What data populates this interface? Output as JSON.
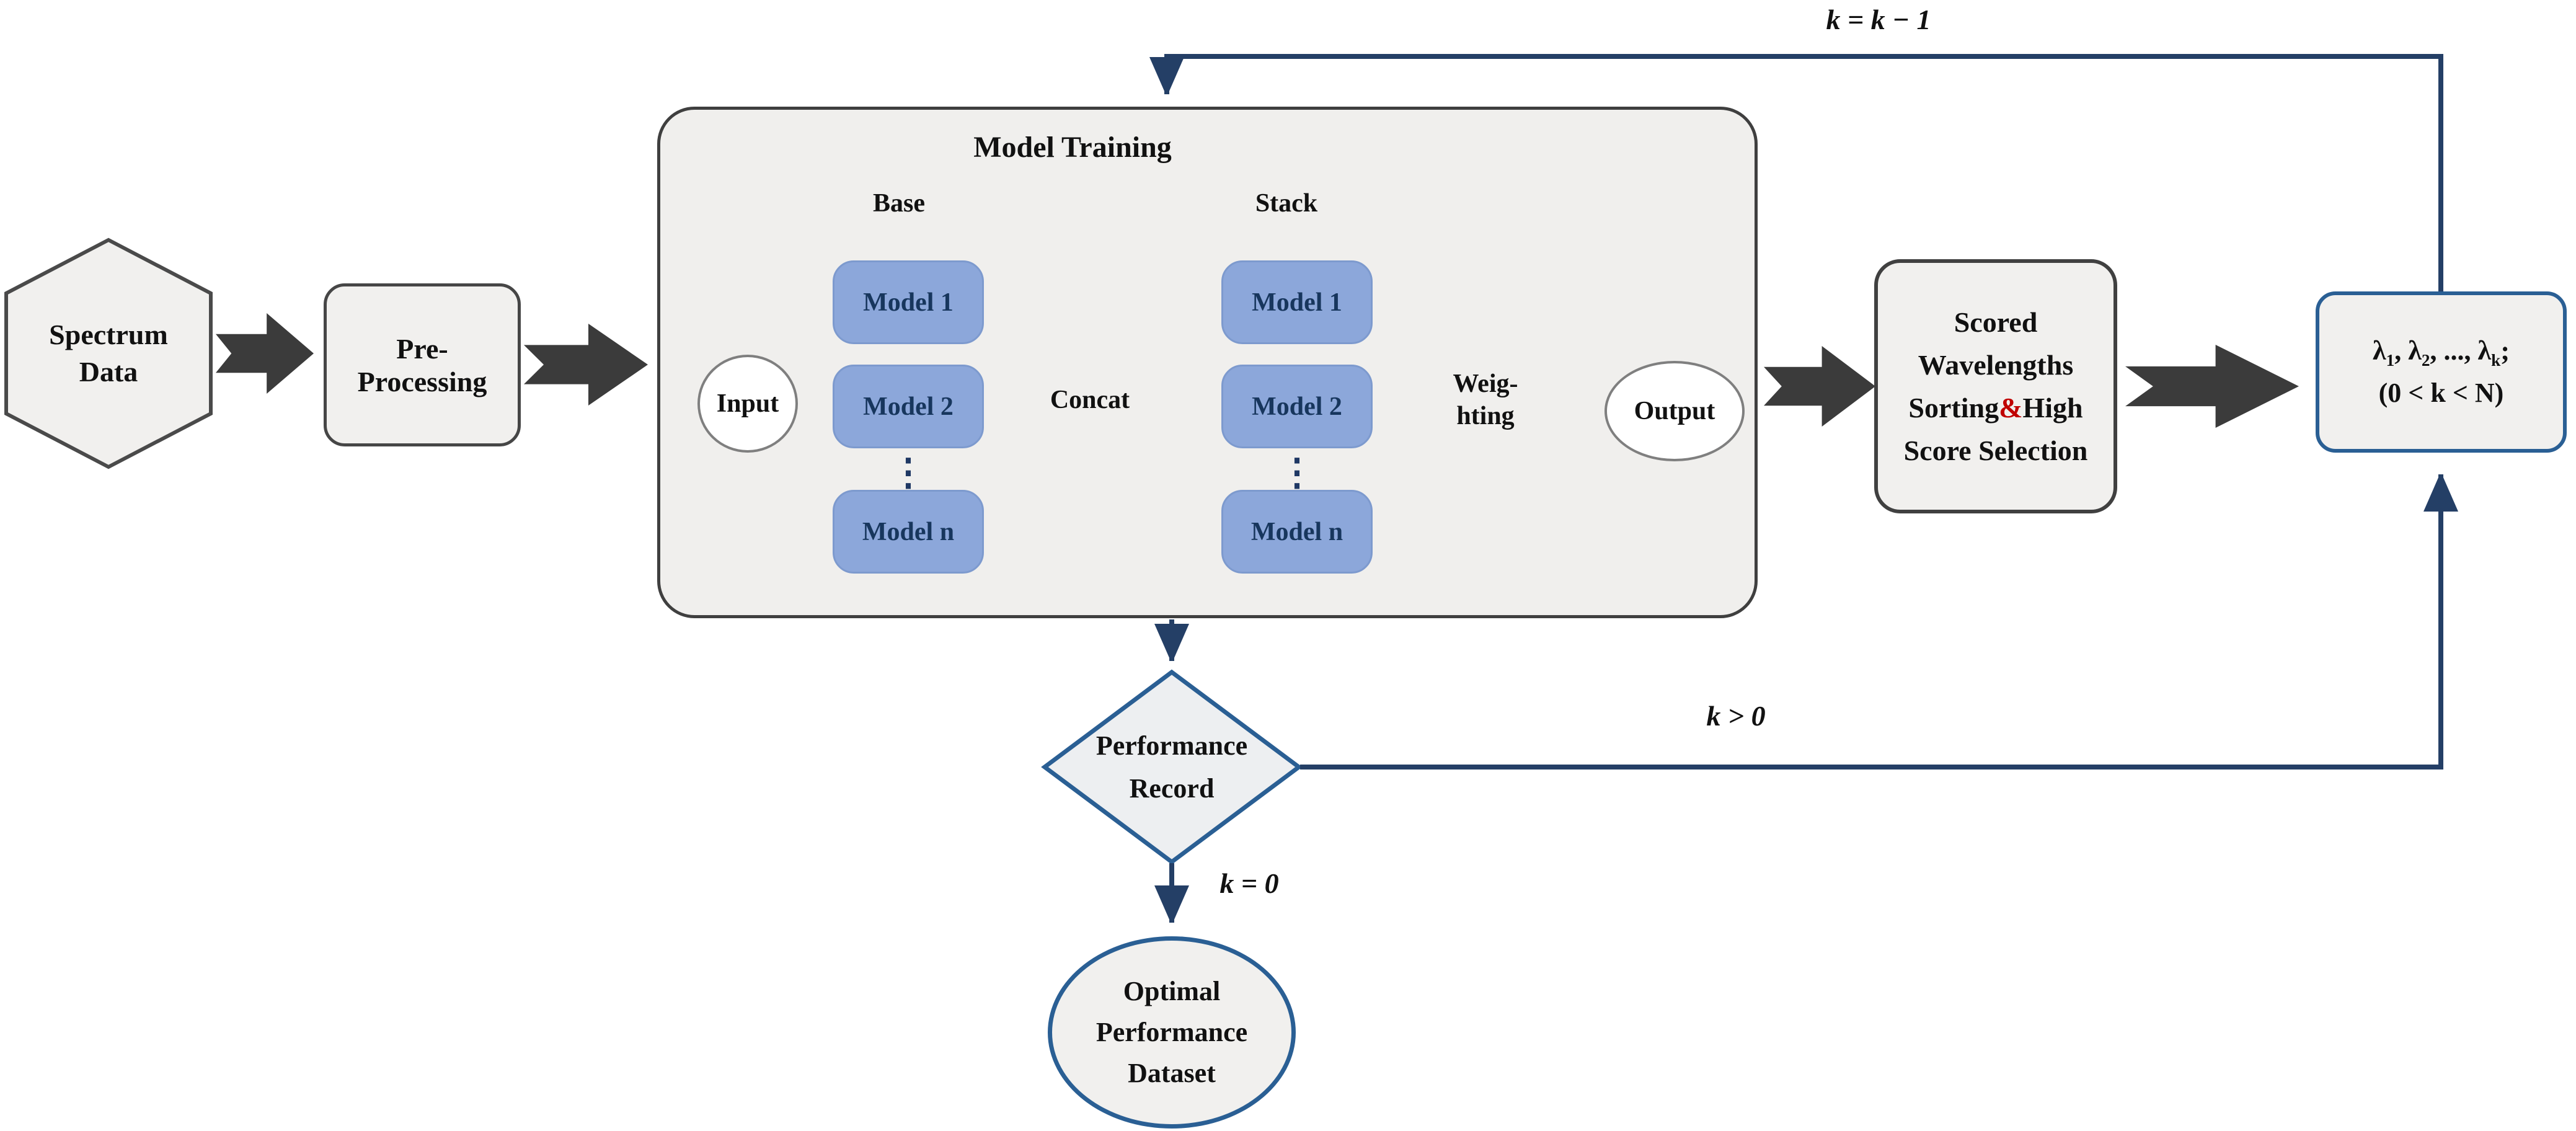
{
  "flow": {
    "spectrum_data": {
      "line1": "Spectrum",
      "line2": "Data"
    },
    "pre_processing": {
      "line1": "Pre-",
      "line2": "Processing"
    },
    "model_training": {
      "title": "Model Training",
      "base_label": "Base",
      "stack_label": "Stack",
      "input_label": "Input",
      "concat_label": "Concat",
      "weighting_line1": "Weig-",
      "weighting_line2": "hting",
      "output_label": "Output",
      "base_models": [
        "Model 1",
        "Model 2",
        "Model n"
      ],
      "stack_models": [
        "Model 1",
        "Model 2",
        "Model n"
      ],
      "ellipsis": "⋮"
    },
    "scored_selection": {
      "line1": "Scored",
      "line2": "Wavelengths",
      "line3_pre": "Sorting",
      "line3_amp": "&",
      "line3_post": "High",
      "line4": "Score Selection"
    },
    "lambda_box": {
      "lam1": "λ",
      "sub1": "1",
      "lam2": ", λ",
      "sub2": "2",
      "lam3": ", ..., λ",
      "subk": "k",
      "lam_end": ";",
      "line2": "(0 < k < N)"
    },
    "performance_record": {
      "line1": "Performance",
      "line2": "Record"
    },
    "optimal_dataset": {
      "line1": "Optimal",
      "line2": "Performance",
      "line3": "Dataset"
    }
  },
  "edge_labels": {
    "loop_top": "k = k − 1",
    "k_positive": "k > 0",
    "k_zero": "k = 0"
  },
  "colors": {
    "navy_line": "#243f66",
    "navy_shape_border": "#2a5f94",
    "gray_arrow": "#8c8c8c",
    "thick_arrow": "#3b3b3b",
    "model_blue": "#8ca7da",
    "model_text": "#17365d",
    "node_fill": "#f1f0ee",
    "amp_red": "#c00000"
  }
}
